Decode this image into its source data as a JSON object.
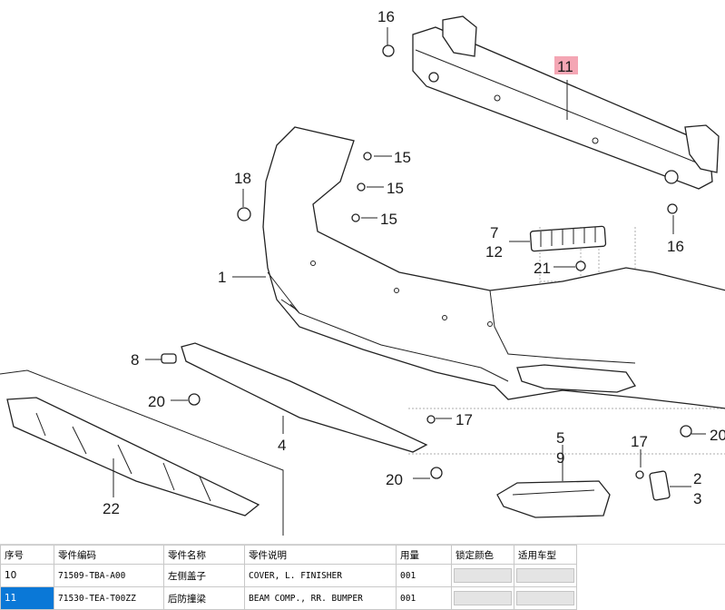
{
  "callouts": {
    "c1": "1",
    "c2": "2",
    "c3": "3",
    "c4": "4",
    "c5": "5",
    "c7": "7",
    "c8": "8",
    "c9": "9",
    "c11": "11",
    "c12": "12",
    "c15a": "15",
    "c15b": "15",
    "c15c": "15",
    "c16a": "16",
    "c16b": "16",
    "c17a": "17",
    "c17b": "17",
    "c18": "18",
    "c20a": "20",
    "c20b": "20",
    "c20c": "20",
    "c21": "21",
    "c22": "22"
  },
  "colors": {
    "highlight": "#f4a6b4",
    "selected_row": "#0a78d7",
    "grey_cell": "#e4e4e4"
  },
  "table": {
    "headers": [
      "序号",
      "零件编码",
      "零件名称",
      "零件说明",
      "用量",
      "锁定颜色",
      "适用车型"
    ],
    "rows": [
      {
        "no": "10",
        "code": "71509-TBA-A00",
        "name": "左侧盖子",
        "desc": "COVER, L. FINISHER",
        "qty": "001"
      },
      {
        "no": "11",
        "code": "71530-TEA-T00ZZ",
        "name": "后防撞梁",
        "desc": "BEAM COMP., RR. BUMPER",
        "qty": "001"
      }
    ]
  }
}
